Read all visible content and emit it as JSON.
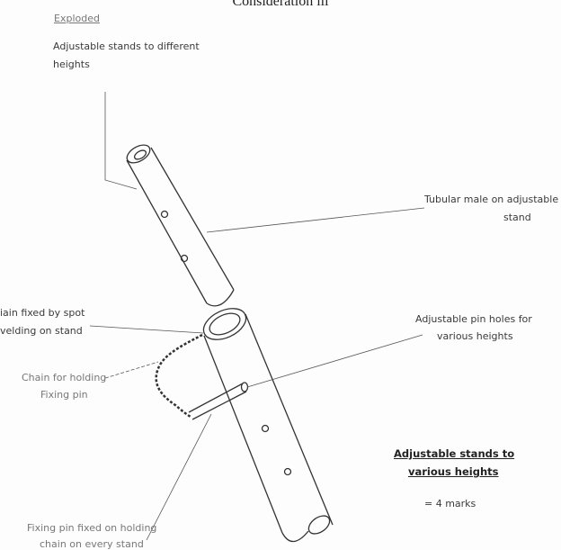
{
  "title": "Consideration iii",
  "subtitle": "Exploded",
  "labels": {
    "adjustable_stands_1": "Adjustable stands to different",
    "adjustable_stands_2": "heights",
    "tubular_male_1": "Tubular male on adjustable",
    "tubular_male_2": "stand",
    "chain_fixed_1": "iain fixed by spot",
    "chain_fixed_2": "velding on stand",
    "pin_holes_1": "Adjustable pin holes for",
    "pin_holes_2": "various heights",
    "chain_holding_1": "Chain for holding",
    "chain_holding_2": "Fixing pin",
    "fixing_pin_1": "Fixing pin fixed on holding",
    "fixing_pin_2": "chain on every stand"
  },
  "summary": {
    "heading_1": "Adjustable stands to",
    "heading_2": "various heights",
    "marks": "= 4 marks"
  }
}
